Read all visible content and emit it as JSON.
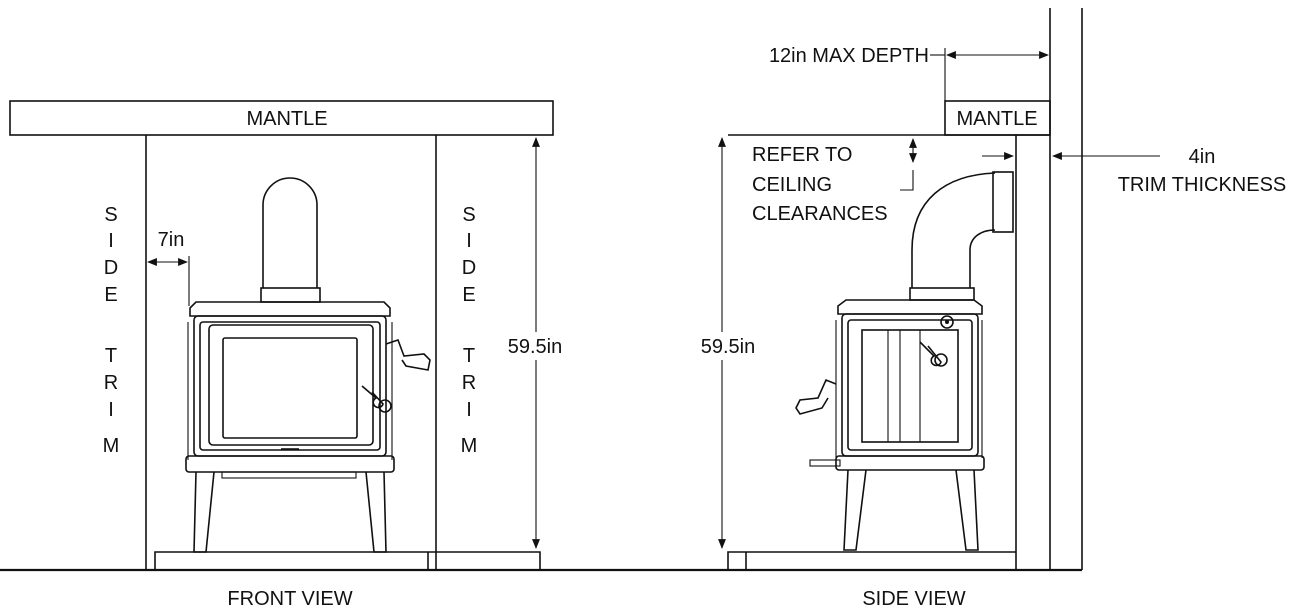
{
  "front_view": {
    "mantle_label": "MANTLE",
    "left_trim_letters": [
      "S",
      "I",
      "D",
      "E",
      "T",
      "R",
      "I",
      "M"
    ],
    "right_trim_letters": [
      "S",
      "I",
      "D",
      "E",
      "T",
      "R",
      "I",
      "M"
    ],
    "side_clearance": "7in",
    "height": "59.5in",
    "caption": "FRONT VIEW"
  },
  "side_view": {
    "max_depth": "12in MAX DEPTH",
    "mantle_label": "MANTLE",
    "ceiling_note": [
      "REFER TO",
      "CEILING",
      "CLEARANCES"
    ],
    "trim_value": "4in",
    "trim_label": "TRIM THICKNESS",
    "height": "59.5in",
    "caption": "SIDE VIEW"
  },
  "colors": {
    "line": "#111111",
    "background": "#ffffff"
  }
}
